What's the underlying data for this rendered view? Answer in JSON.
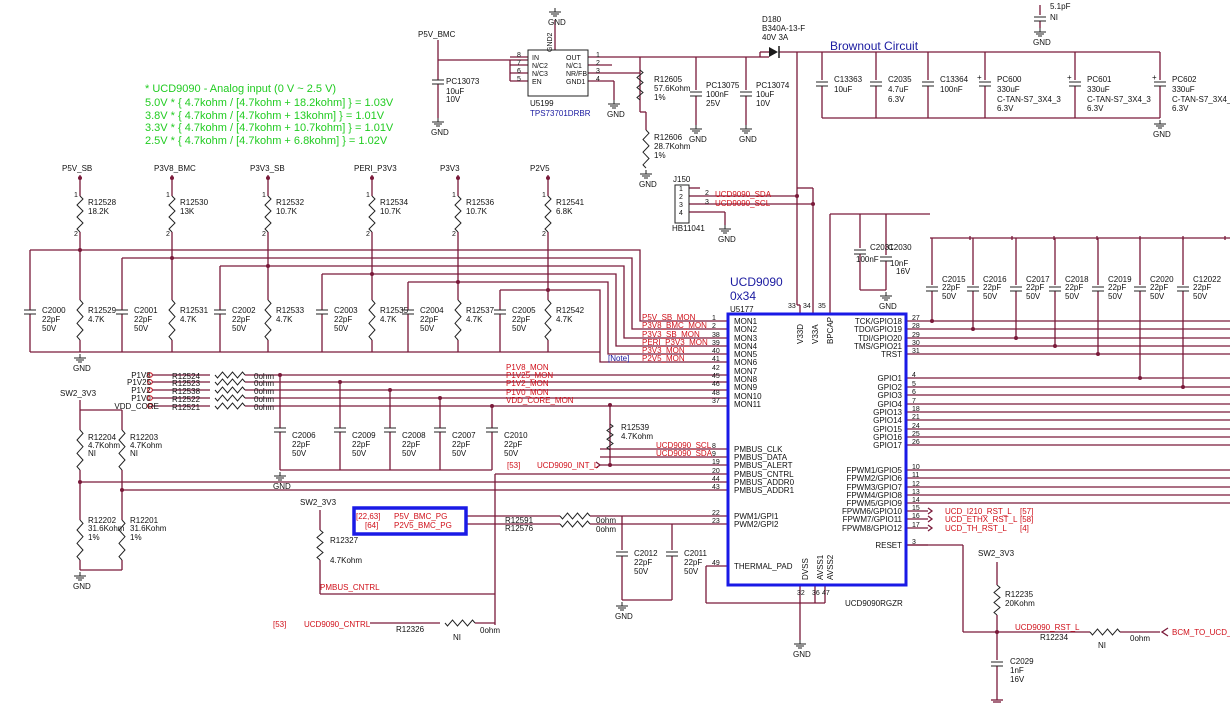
{
  "analog": {
    "title": "* UCD9090 - Analog input (0 V ~ 2.5 V)",
    "l1": "5.0V * { 4.7kohm / [4.7kohm + 18.2kohm] } = 1.03V",
    "l2": "3.8V * { 4.7kohm / [4.7kohm + 13kohm] } = 1.01V",
    "l3": "3.3V * { 4.7kohm / [4.7kohm + 10.7kohm] } = 1.01V",
    "l4": "2.5V * { 4.7kohm / [4.7kohm + 6.8kohm] } = 1.02V"
  },
  "chip": {
    "title": "UCD9090",
    "addr": "0x34",
    "refdes": "U5177",
    "part": "UCD9090RGZR",
    "left_pins": [
      {
        "n": "1",
        "name": "MON1"
      },
      {
        "n": "2",
        "name": "MON2"
      },
      {
        "n": "38",
        "name": "MON3"
      },
      {
        "n": "39",
        "name": "MON4"
      },
      {
        "n": "40",
        "name": "MON5"
      },
      {
        "n": "41",
        "name": "MON6"
      },
      {
        "n": "42",
        "name": "MON7"
      },
      {
        "n": "45",
        "name": "MON8"
      },
      {
        "n": "46",
        "name": "MON9"
      },
      {
        "n": "48",
        "name": "MON10"
      },
      {
        "n": "37",
        "name": "MON11"
      },
      {
        "n": "8",
        "name": "PMBUS_CLK"
      },
      {
        "n": "9",
        "name": "PMBUS_DATA"
      },
      {
        "n": "19",
        "name": "PMBUS_ALERT"
      },
      {
        "n": "20",
        "name": "PMBUS_CNTRL"
      },
      {
        "n": "44",
        "name": "PMBUS_ADDR0"
      },
      {
        "n": "43",
        "name": "PMBUS_ADDR1"
      },
      {
        "n": "22",
        "name": "PWM1/GPI1"
      },
      {
        "n": "23",
        "name": "PWM2/GPI2"
      },
      {
        "n": "49",
        "name": "THERMAL_PAD"
      }
    ],
    "right_pins": [
      {
        "n": "27",
        "name": "TCK/GPIO18"
      },
      {
        "n": "28",
        "name": "TDO/GPIO19"
      },
      {
        "n": "29",
        "name": "TDI/GPIO20"
      },
      {
        "n": "30",
        "name": "TMS/GPIO21"
      },
      {
        "n": "31",
        "name": "TRST"
      },
      {
        "n": "4",
        "name": "GPIO1"
      },
      {
        "n": "5",
        "name": "GPIO2"
      },
      {
        "n": "6",
        "name": "GPIO3"
      },
      {
        "n": "7",
        "name": "GPIO4"
      },
      {
        "n": "18",
        "name": "GPIO13"
      },
      {
        "n": "21",
        "name": "GPIO14"
      },
      {
        "n": "24",
        "name": "GPIO15"
      },
      {
        "n": "25",
        "name": "GPIO16"
      },
      {
        "n": "26",
        "name": "GPIO17"
      },
      {
        "n": "10",
        "name": "FPWM1/GPIO5"
      },
      {
        "n": "11",
        "name": "FPWM2/GPIO6"
      },
      {
        "n": "12",
        "name": "FPWM3/GPIO7"
      },
      {
        "n": "13",
        "name": "FPWM4/GPIO8"
      },
      {
        "n": "14",
        "name": "FPWM5/GPIO9"
      },
      {
        "n": "15",
        "name": "FPWM6/GPIO10"
      },
      {
        "n": "16",
        "name": "FPWM7/GPIO11"
      },
      {
        "n": "17",
        "name": "FPWM8/GPIO12"
      },
      {
        "n": "3",
        "name": "RESET"
      }
    ],
    "top_pins": [
      {
        "n": "33",
        "name": "V33D"
      },
      {
        "n": "34",
        "name": "V33A"
      },
      {
        "n": "35",
        "name": "BPCAP"
      }
    ],
    "bottom_pins": [
      {
        "n": "32",
        "name": "DVSS"
      },
      {
        "n": "36",
        "name": "AVSS1"
      },
      {
        "n": "47",
        "name": "AVSS2"
      }
    ]
  },
  "mon_nets": [
    {
      "label": "P5V_SB_MON"
    },
    {
      "label": "P3V8_BMC_MON"
    },
    {
      "label": "P3V3_SB_MON"
    },
    {
      "label": "PERI_P3V3_MON"
    },
    {
      "label": "P3V3_MON"
    },
    {
      "label": "P2V5_MON"
    },
    {
      "label": "P1V8_MON"
    },
    {
      "label": "P1V25_MON"
    },
    {
      "label": "P1V2_MON"
    },
    {
      "label": "P1V0_MON"
    },
    {
      "label": "VDD_CORE_MON"
    }
  ],
  "note": "[Note]",
  "rails": [
    {
      "name": "P5V_SB",
      "r": "R12528",
      "rv": "18.2K",
      "c": "C2000",
      "rb": "R12529"
    },
    {
      "name": "P3V8_BMC",
      "r": "R12530",
      "rv": "13K",
      "c": "C2001",
      "rb": "R12531"
    },
    {
      "name": "P3V3_SB",
      "r": "R12532",
      "rv": "10.7K",
      "c": "C2002",
      "rb": "R12533"
    },
    {
      "name": "PERI_P3V3",
      "r": "R12534",
      "rv": "10.7K",
      "c": "C2003",
      "rb": "R12535"
    },
    {
      "name": "P3V3",
      "r": "R12536",
      "rv": "10.7K",
      "c": "C2004",
      "rb": "R12537"
    },
    {
      "name": "P2V5",
      "r": "R12541",
      "rv": "6.8K",
      "c": "C2005",
      "rb": "R12542"
    }
  ],
  "common": {
    "k47": "4.7K",
    "c22": "22pF",
    "v50": "50V",
    "gnd": "GND",
    "r1": "1",
    "r2": "2",
    "ohm0": "0ohm",
    "ni": "NI"
  },
  "smallrails": [
    {
      "name": "P1V8",
      "r": "R12524"
    },
    {
      "name": "P1V25",
      "r": "R12523"
    },
    {
      "name": "P1V2",
      "r": "R12538"
    },
    {
      "name": "P1V0",
      "r": "R12522"
    },
    {
      "name": "VDD_CORE",
      "r": "R12521"
    }
  ],
  "filtercaps": [
    "C2006",
    "C2009",
    "C2008",
    "C2007",
    "C2010"
  ],
  "sw2": {
    "name": "SW2_3V3",
    "r1": "R12204",
    "r1v": "4.7Kohm",
    "r2": "R12203",
    "r2v": "4.7Kohm",
    "r3": "R12202",
    "r3v": "31.6Kohm",
    "r4": "R12201",
    "r4v": "31.6Kohm",
    "tol": "1%"
  },
  "r12539": {
    "ref": "R12539",
    "val": "4.7Kohm"
  },
  "pmbus": {
    "scl": "UCD9090_SCL",
    "sda": "UCD9090_SDA",
    "int_ref": "[53]",
    "int": "UCD9090_INT_L",
    "cntrl": "PMBUS_CNTRL",
    "cntrl_ref": "[53]",
    "cntrl_net": "UCD9090_CNTRL",
    "r_ctl": "R12326"
  },
  "pg": {
    "ref1": "[22,63]",
    "net1": "P5V_BMC_PG",
    "ref2": "[64]",
    "net2": "P2V5_BMC_PG",
    "ra": "R12591",
    "rb": "R12576",
    "sw2": "SW2_3V3",
    "r12327": "R12327",
    "r12327v": "4.7Kohm"
  },
  "pgcaps": [
    {
      "ref": "C2012"
    },
    {
      "ref": "C2011"
    }
  ],
  "ldo": {
    "net": "P5V_BMC",
    "c": "PC13073",
    "cv": "10uF",
    "cvolt": "10V",
    "u": "U5199",
    "part": "TPS73701DRBR",
    "pins_l": [
      "IN",
      "N/C2",
      "N/C3",
      "EN"
    ],
    "pins_r": [
      "OUT",
      "N/C1",
      "NR/FB",
      "GND1"
    ],
    "gnd2": "GND2",
    "r1": "R12605",
    "r1v": "57.6Kohm",
    "r1t": "1%",
    "r2": "R12606",
    "r2v": "28.7Kohm",
    "r2t": "1%",
    "c2": "PC13075",
    "c2v": "100nF",
    "c2volt": "25V",
    "c3": "PC13074",
    "c3v": "10uF",
    "c3volt": "10V"
  },
  "diode": {
    "ref": "D180",
    "part": "B340A-13-F",
    "rating": "40V 3A"
  },
  "brownout": {
    "title": "Brownout Circuit",
    "caps": [
      {
        "ref": "C13363",
        "v": "10uF",
        "volt": ""
      },
      {
        "ref": "C2035",
        "v": "4.7uF",
        "volt": "6.3V"
      },
      {
        "ref": "C13364",
        "v": "100nF",
        "volt": ""
      },
      {
        "ref": "PC600",
        "v": "330uF",
        "pkg": "C-TAN-S7_3X4_3",
        "volt": "6.3V"
      },
      {
        "ref": "PC601",
        "v": "330uF",
        "pkg": "C-TAN-S7_3X4_3",
        "volt": "6.3V"
      },
      {
        "ref": "PC602",
        "v": "330uF",
        "pkg": "C-TAN-S7_3X4_3",
        "volt": "6.3V"
      }
    ]
  },
  "topcap": {
    "v": "5.1pF",
    "ni": "NI"
  },
  "j150": {
    "ref": "J150",
    "part": "HB11041",
    "n1": "UCD9090_SDA",
    "n2": "UCD9090_SCL"
  },
  "bpcap": {
    "c1": "C2031",
    "c1v": "100nF",
    "c2": "C2030",
    "c2v": "10nF",
    "c2volt": "16V"
  },
  "gpiocaps": [
    "C2015",
    "C2016",
    "C2017",
    "C2018",
    "C2019",
    "C2020",
    "C12022"
  ],
  "rst_outputs": [
    {
      "net": "UCD_I210_RST_L",
      "ref": "[57]"
    },
    {
      "net": "UCD_ETHX_RST_L",
      "ref": "[58]"
    },
    {
      "net": "UCD_TH_RST_L",
      "ref": "[4]"
    }
  ],
  "reset": {
    "sw2": "SW2_3V3",
    "r": "R12235",
    "rv": "20Kohm",
    "net": "UCD9090_RST_L",
    "r2": "R12234",
    "c": "C2029",
    "cv": "1nF",
    "cvolt": "16V",
    "bcm": "BCM_TO_UCD_"
  }
}
